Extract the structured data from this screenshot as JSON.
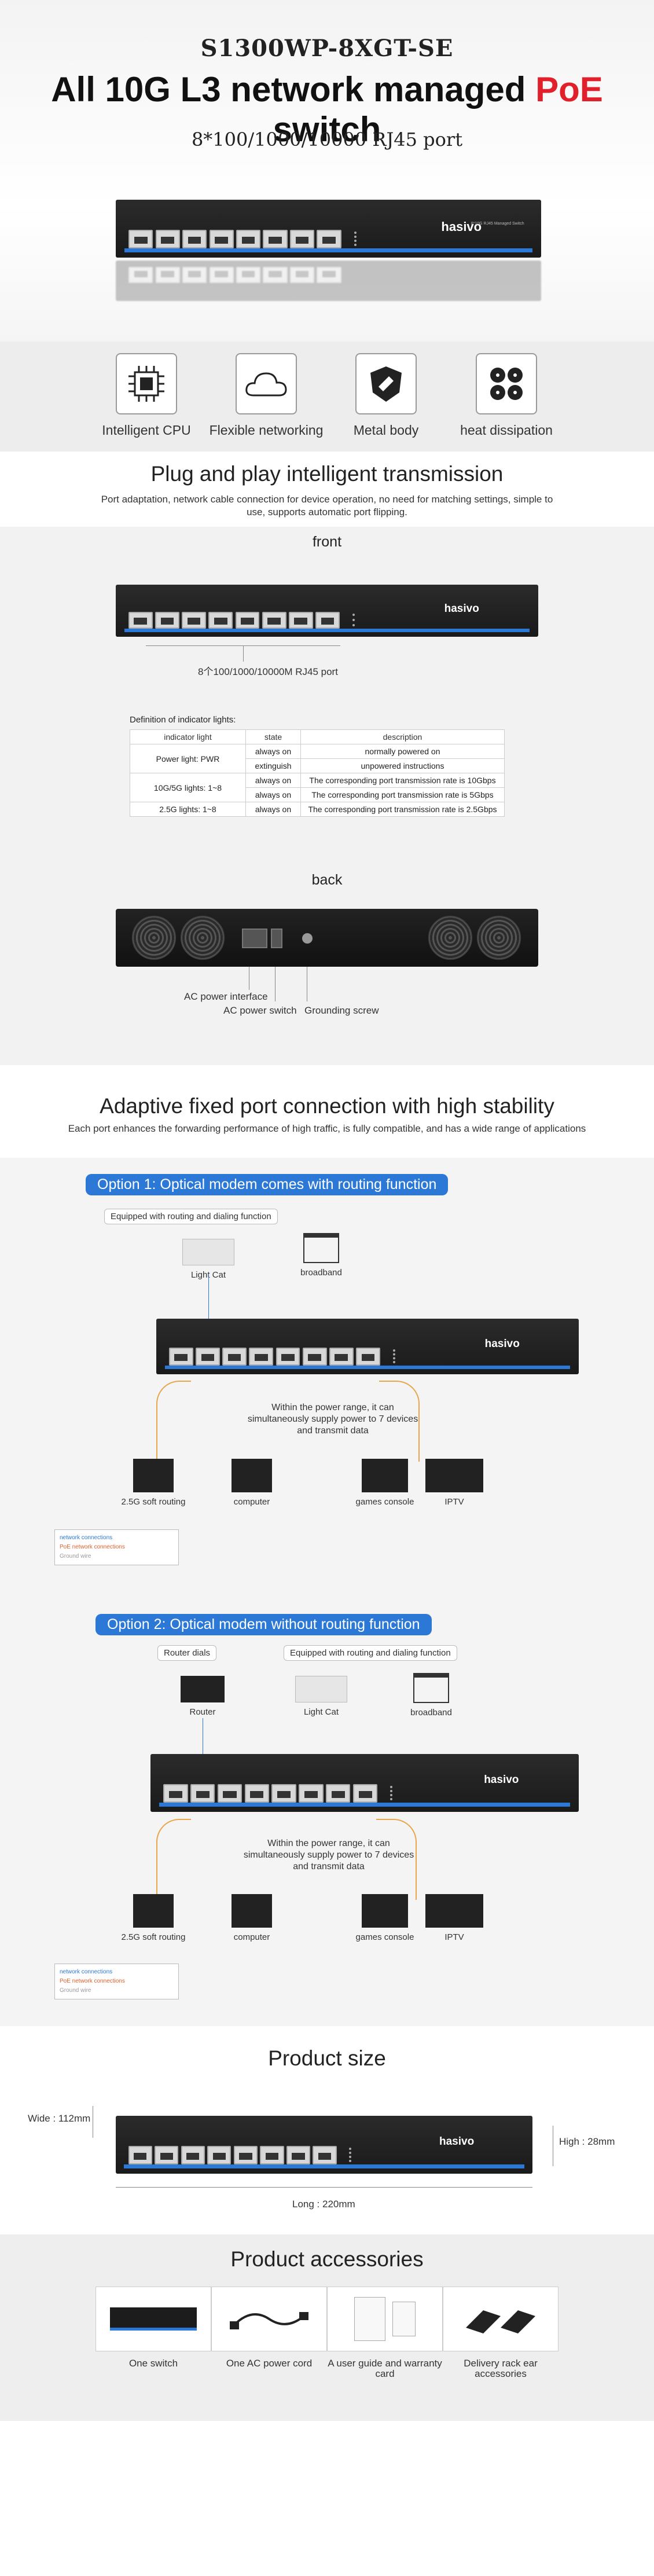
{
  "hero": {
    "model": "S1300WP-8XGT-SE",
    "headline_a": "All 10G L3 network managed ",
    "headline_red": "PoE",
    "headline_b": " switch",
    "subtitle": "8*100/1000/10000 RJ45 port",
    "brand": "hasivo",
    "brand_sub": "8*10G RJ45 Managed Switch"
  },
  "features": [
    {
      "label": "Intelligent CPU",
      "icon": "cpu-icon"
    },
    {
      "label": "Flexible networking",
      "icon": "cloud-icon"
    },
    {
      "label": "Metal body",
      "icon": "metal-body-icon"
    },
    {
      "label": "heat dissipation",
      "icon": "fan-icon"
    }
  ],
  "plug": {
    "title": "Plug and play intelligent transmission",
    "desc": "Port adaptation, network cable connection for device operation, no need for matching settings, simple to use, supports automatic port flipping."
  },
  "frontback": {
    "front_label": "front",
    "port_label": "8个100/1000/10000M  RJ45 port",
    "indicator_title": "Definition of indicator lights:",
    "table_header": [
      "indicator light",
      "state",
      "description"
    ],
    "rows": [
      {
        "light": "Power light:  PWR",
        "state": "always on",
        "desc": "normally powered on"
      },
      {
        "light": "",
        "state": "extinguish",
        "desc": "unpowered instructions"
      },
      {
        "light": "10G/5G lights:  1~8",
        "state": "always on",
        "desc": "The corresponding port transmission rate is 10Gbps"
      },
      {
        "light": "",
        "state": "always on",
        "desc": "The corresponding port transmission rate is 5Gbps"
      },
      {
        "light": "2.5G lights:  1~8",
        "state": "always on",
        "desc": "The corresponding port transmission rate is 2.5Gbps"
      }
    ],
    "back_label": "back",
    "ac_interface": "AC power interface",
    "ac_switch": "AC power switch",
    "grounding": "Grounding screw"
  },
  "adaptive": {
    "title": "Adaptive fixed port connection with high stability",
    "desc": "Each port enhances the forwarding performance of high traffic, is fully compatible, and has a wide range of applications"
  },
  "option1": {
    "title": "Option 1: Optical modem comes with routing function",
    "tag": "Equipped with routing and dialing function",
    "lightcat": "Light Cat",
    "broadband": "broadband",
    "note": "Within the power range, it can simultaneously supply power to 7 devices and transmit data",
    "devices": [
      "2.5G soft routing",
      "computer",
      "games console",
      "IPTV"
    ],
    "legend": [
      "network connections",
      "PoE network connections",
      "Ground wire"
    ]
  },
  "option2": {
    "title": "Option 2: Optical modem without routing function",
    "tag_router": "Router dials",
    "tag_equip": "Equipped with routing and dialing function",
    "router": "Router",
    "lightcat": "Light Cat",
    "broadband": "broadband",
    "note": "Within the power range, it can simultaneously supply power to 7 devices and transmit data",
    "devices": [
      "2.5G soft routing",
      "computer",
      "games console",
      "IPTV"
    ],
    "legend": [
      "network connections",
      "PoE network connections",
      "Ground wire"
    ]
  },
  "size": {
    "title": "Product size",
    "wide": "Wide : 112mm",
    "high": "High : 28mm",
    "long": "Long : 220mm"
  },
  "accessories": {
    "title": "Product accessories",
    "items": [
      "One switch",
      "One AC power cord",
      "A user guide and warranty card",
      "Delivery rack ear accessories"
    ]
  }
}
